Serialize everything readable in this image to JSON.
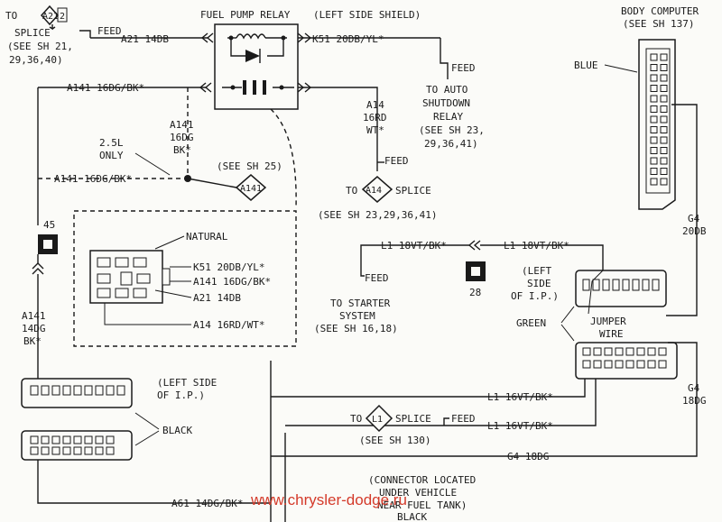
{
  "texts": {
    "splice_top_to": "TO",
    "splice_top_id": "A21",
    "splice_top_sh": "2",
    "splice_top_name": "SPLICE",
    "splice_top_see1": "(SEE SH 21,",
    "splice_top_see2": "29,36,40)",
    "feed_a21": "FEED",
    "wire_a21_top": "A21 14DB",
    "relay_title": "FUEL PUMP RELAY",
    "left_shield": "(LEFT SIDE SHIELD)",
    "wire_k51_top": "K51 20DB/YL*",
    "feed_asd": "FEED",
    "asd_1": "TO AUTO",
    "asd_2": "SHUTDOWN",
    "asd_3": "RELAY",
    "asd_4": "(SEE SH 23,",
    "asd_5": "29,36,41)",
    "wire_a141_top": "A141 16DG/BK*",
    "a141_v1": "A141",
    "a141_v2": "16DG",
    "a141_v3": "BK*",
    "a14_v1": "A14",
    "a14_v2": "16RD",
    "a14_v3": "WT*",
    "eng_1": "2.5L",
    "eng_2": "ONLY",
    "see_sh25": "(SEE SH 25)",
    "a141_diamond": "A141",
    "wire_a141_mid": "A141 16DG/BK*",
    "feed_a14": "FEED",
    "to_a14": "TO",
    "a14_diamond": "A14",
    "a14_splice": "SPLICE",
    "a14_see": "(SEE SH 23,29,36,41)",
    "natural": "NATURAL",
    "pin_k51": "K51 20DB/YL*",
    "pin_a141": "A141 16DG/BK*",
    "pin_a21": "A21 14DB",
    "pin_a14": "A14 16RD/WT*",
    "ground_45": "45",
    "a141_left_1": "A141",
    "a141_left_2": "14DG",
    "a141_left_3": "BK*",
    "lsip_1": "(LEFT SIDE",
    "lsip_2": "OF I.P.)",
    "black_left": "BLACK",
    "wire_a61": "A61 14DG/BK*",
    "body_computer_1": "BODY COMPUTER",
    "body_computer_2": "(SEE SH 137)",
    "blue": "BLUE",
    "g4_20_1": "G4",
    "g4_20_2": "20DB",
    "wire_l1_a": "L1 18VT/BK*",
    "wire_l1_b": "L1 18VT/BK*",
    "feed_starter": "FEED",
    "starter_1": "TO STARTER",
    "starter_2": "SYSTEM",
    "starter_3": "(SEE SH 16,18)",
    "ground_28": "28",
    "left_ip_r1": "(LEFT",
    "left_ip_r2": "SIDE",
    "left_ip_r3": "OF I.P.)",
    "green": "GREEN",
    "jumper_1": "JUMPER",
    "jumper_2": "WIRE",
    "g4_18_1": "G4",
    "g4_18_2": "18DG",
    "wire_l1_16a": "L1 16VT/BK*",
    "to_l1": "TO",
    "l1_diamond": "L1",
    "l1_splice": "SPLICE",
    "feed_l1": "FEED",
    "wire_l1_16b": "L1 16VT/BK*",
    "l1_see": "(SEE SH 130)",
    "wire_g4_18": "G4 18DG",
    "conn_1": "(CONNECTOR LOCATED",
    "conn_2": "UNDER VEHICLE",
    "conn_3": "NEAR FUEL TANK)",
    "black_bottom": "BLACK",
    "watermark": "www.chrysler-dodge.ru"
  },
  "colors": {
    "ink": "#1a1a1a",
    "paper": "#fbfbf8",
    "watermark": "#d43a2a"
  },
  "icons": [
    "relay-coil-icon",
    "relay-diode-icon",
    "relay-contact-icon",
    "ground-icon",
    "connector-icon",
    "splice-diamond-icon"
  ]
}
